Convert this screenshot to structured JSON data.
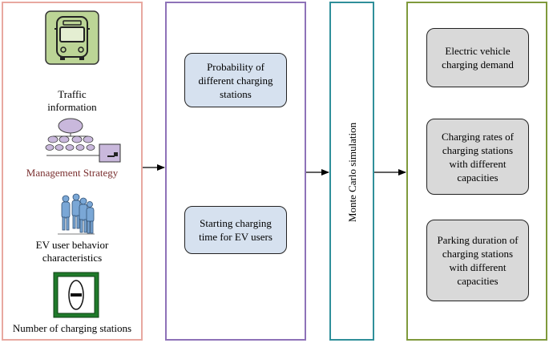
{
  "inputs": {
    "traffic_label_line1": "Traffic",
    "traffic_label_line2": "information",
    "management_label": "Management Strategy",
    "ev_user_line1": "EV user behavior",
    "ev_user_line2": "characteristics",
    "stations_label": "Number of charging stations"
  },
  "middle": {
    "probability": "Probability of different charging stations",
    "starting_time": "Starting charging time for EV users"
  },
  "simulation": {
    "label": "Monte Carlo simulation"
  },
  "outputs": {
    "demand": "Electric vehicle charging demand",
    "rates": "Charging rates of charging stations with different capacities",
    "parking": "Parking duration of charging stations with different capacities"
  },
  "colors": {
    "inputs_border": "#e8a8a0",
    "middle_border": "#8e72b8",
    "simulation_border": "#2f8f9a",
    "outputs_border": "#7f9a3c",
    "management_text": "#7a2f2f",
    "bus_fill": "#bcd596",
    "station_frame": "#1f7a2a"
  },
  "icons": [
    "bus-icon",
    "org-chart-icon",
    "people-group-icon",
    "charging-station-icon"
  ]
}
